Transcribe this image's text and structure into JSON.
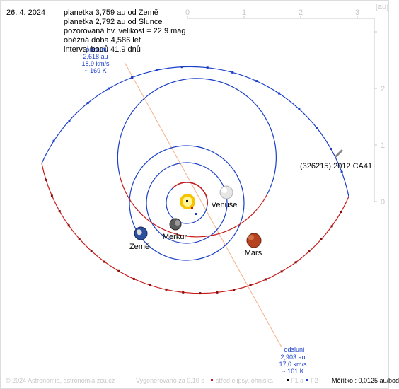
{
  "date": "26. 4. 2024",
  "info_lines": [
    "planetka 3,759 au od Země",
    "planetka 2,792 au od Slunce",
    "pozorovaná hv. velikost = 22,9 mag",
    "oběžná doba 4,586 let",
    "interval bodů 41,9 dnů"
  ],
  "scale": {
    "unit": "[au]",
    "x_ticks": [
      "0",
      "1",
      "2",
      "3"
    ],
    "y_ticks": [
      "0",
      "1",
      "2"
    ]
  },
  "perihelion": {
    "title": "přísluní",
    "distance": "2,618 au",
    "speed": "18,9 km/s",
    "temperature": "~ 169 K"
  },
  "aphelion": {
    "title": "odsluní",
    "distance": "2,903 au",
    "speed": "17,0 km/s",
    "temperature": "~ 161 K"
  },
  "asteroid": {
    "name": "(326215) 2012 CA41"
  },
  "planets": {
    "venus": "Venuše",
    "earth": "Země",
    "mercury": "Merkur",
    "mars": "Mars"
  },
  "footer": {
    "copyright": "© 2024 Astronomia, astronomia.zcu.cz",
    "generated": "Vygenerováno za 0,10 s",
    "legend_center": "střed elipsy, ohniska",
    "legend_f1": "F1 a",
    "legend_f2": "F2",
    "scale": "Měřítko : 0,0125 au/bod"
  },
  "colors": {
    "orbit_above": "#1a3fc8",
    "orbit_below": "#c81a1a",
    "axis": "#c8c8c8",
    "apsis_line": "#f4b088",
    "label_blue": "#1a3fc8"
  }
}
